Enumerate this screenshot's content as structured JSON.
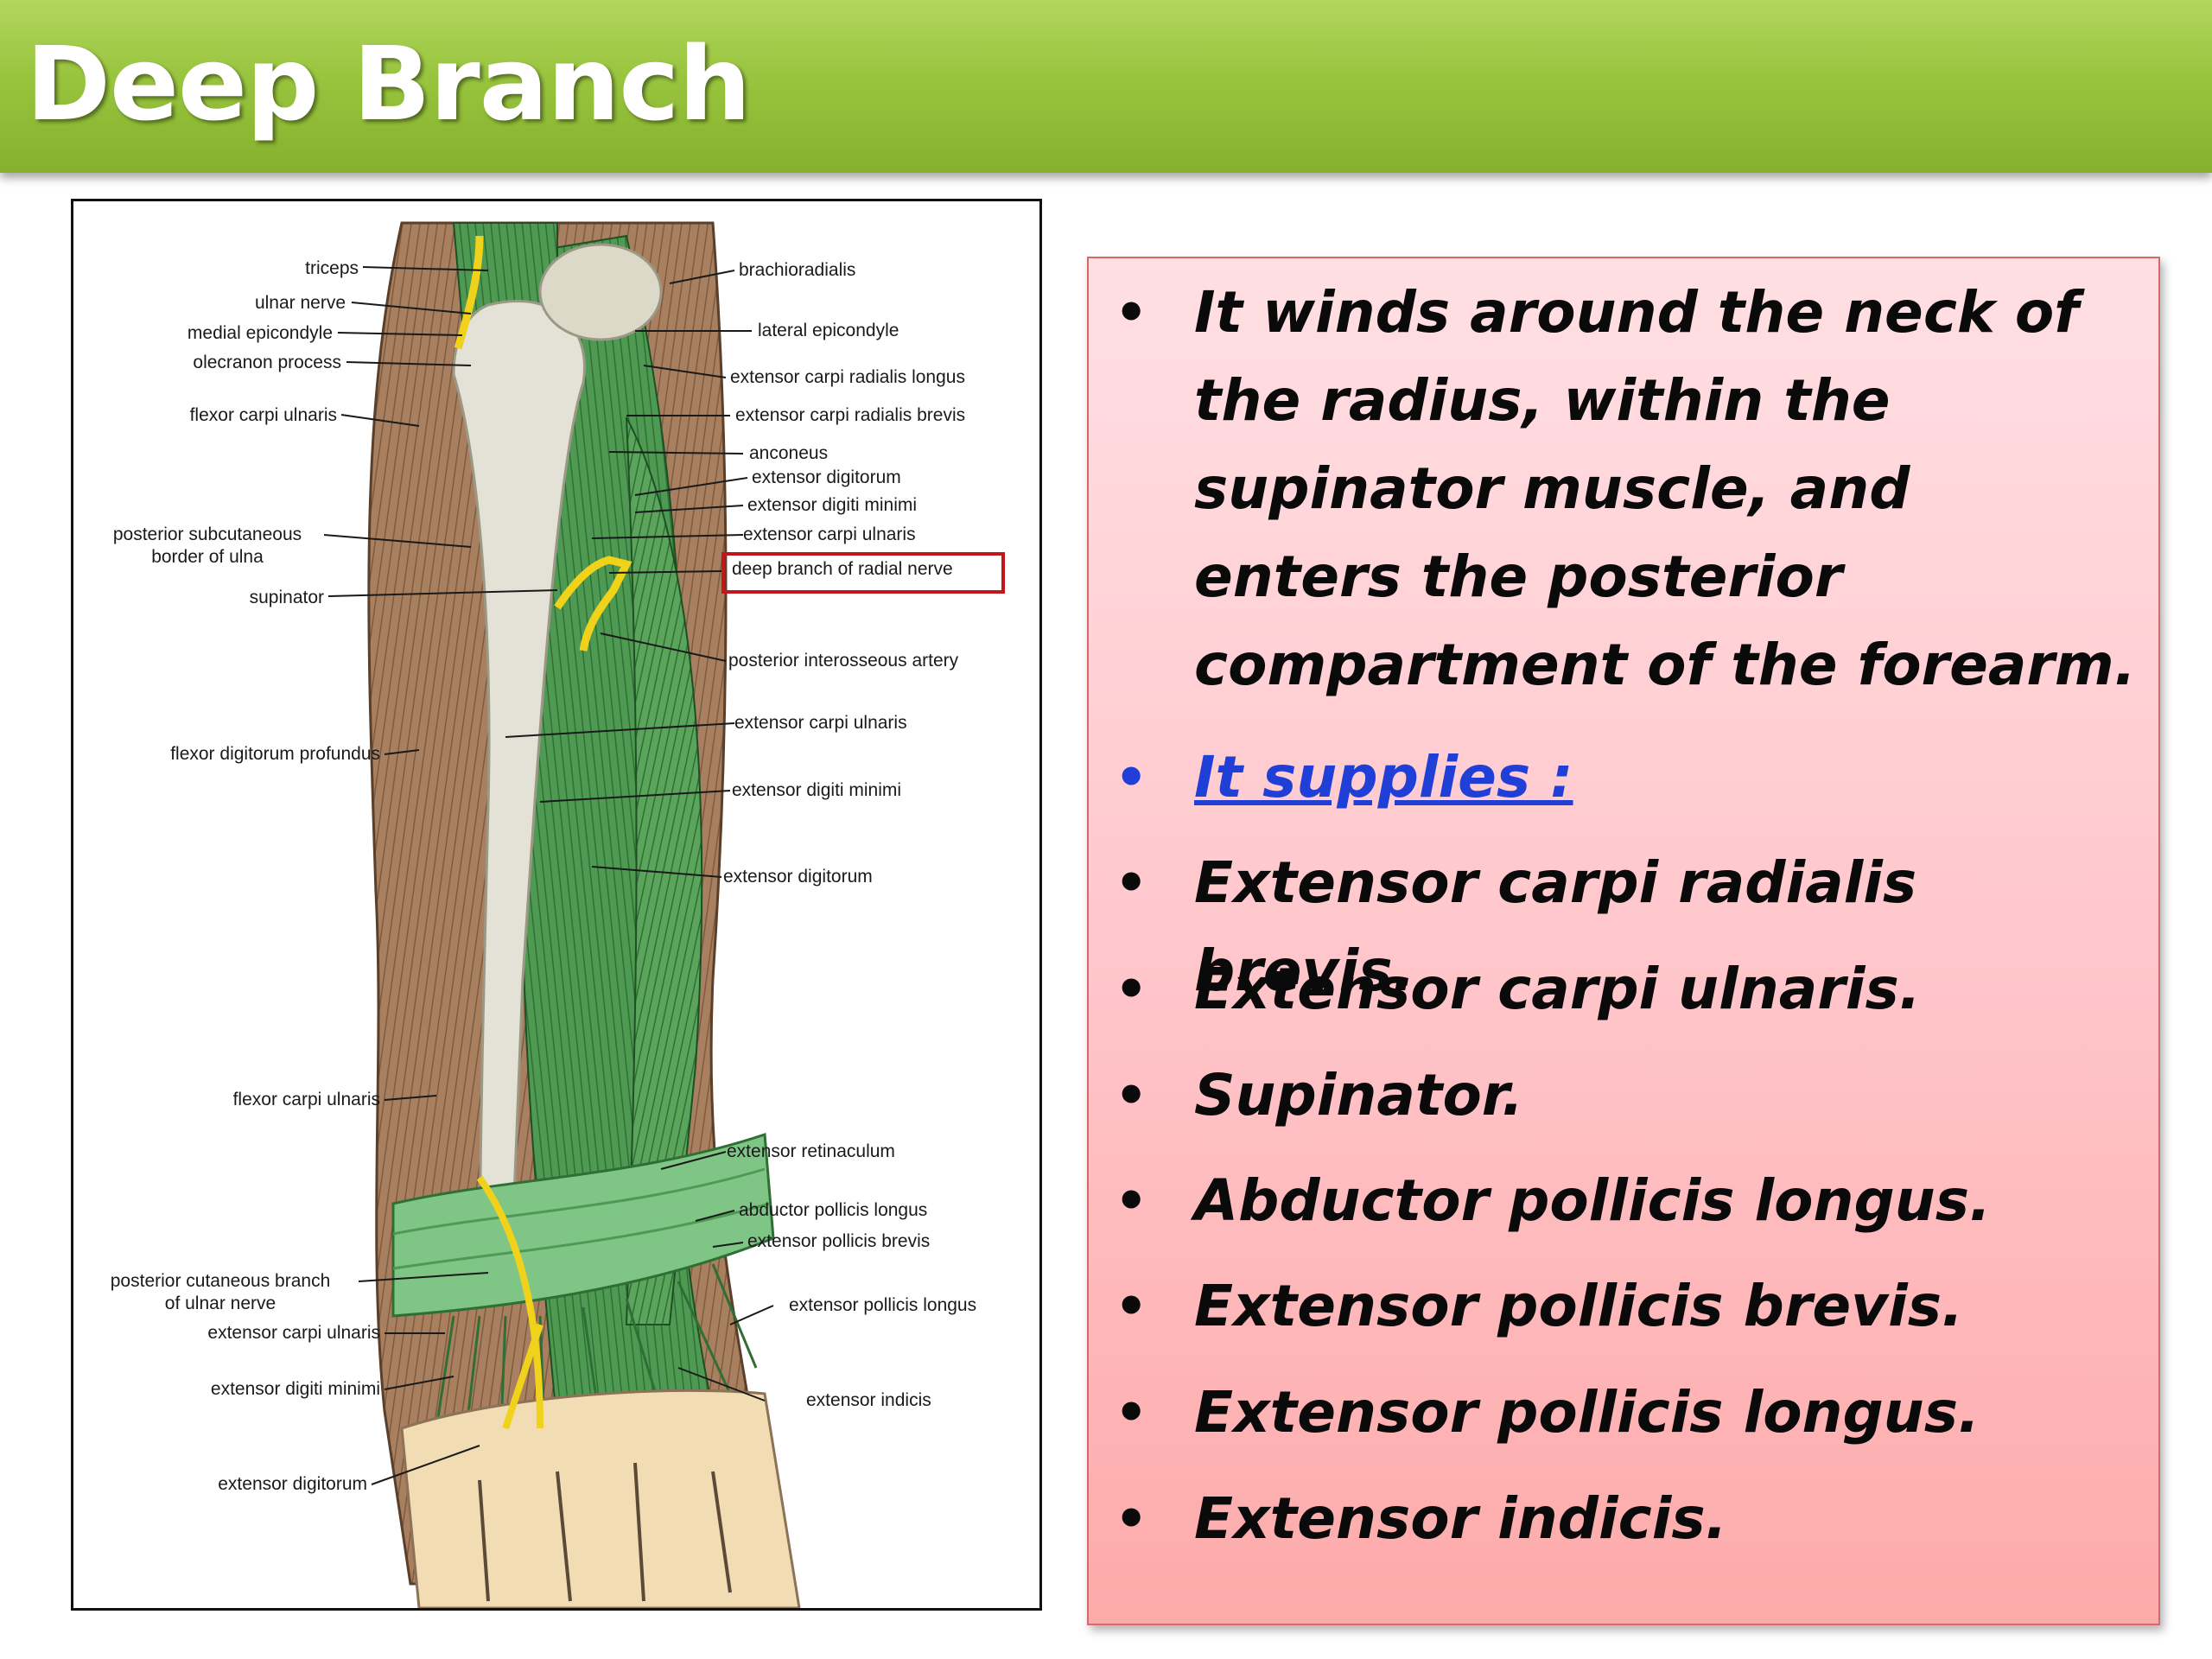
{
  "slide": {
    "title": "Deep Branch"
  },
  "figure": {
    "labels_left": {
      "triceps": "triceps",
      "ulnar_nerve": "ulnar nerve",
      "medial_epicondyle": "medial epicondyle",
      "olecranon_process": "olecranon process",
      "flexor_carpi_ulnaris_top": "flexor carpi ulnaris",
      "posterior_subcutaneous_1": "posterior subcutaneous",
      "posterior_subcutaneous_2": "border of ulna",
      "supinator": "supinator",
      "flexor_digitorum_profundus": "flexor digitorum profundus",
      "flexor_carpi_ulnaris_bottom": "flexor carpi ulnaris",
      "posterior_cutaneous_1": "posterior cutaneous branch",
      "posterior_cutaneous_2": "of ulnar nerve",
      "extensor_carpi_ulnaris": "extensor carpi ulnaris",
      "extensor_digiti_minimi": "extensor digiti minimi",
      "extensor_digitorum": "extensor digitorum"
    },
    "labels_right": {
      "brachioradialis": "brachioradialis",
      "lateral_epicondyle": "lateral epicondyle",
      "ecrl": "extensor carpi radialis longus",
      "ecrb": "extensor carpi radialis brevis",
      "anconeus": "anconeus",
      "extensor_digitorum_top": "extensor digitorum",
      "extensor_digiti_minimi_top": "extensor digiti minimi",
      "extensor_carpi_ulnaris_top": "extensor carpi ulnaris",
      "deep_branch": "deep branch of radial nerve",
      "posterior_interosseous_artery": "posterior interosseous artery",
      "extensor_carpi_ulnaris_mid": "extensor carpi ulnaris",
      "extensor_digiti_minimi_mid": "extensor digiti minimi",
      "extensor_digitorum_mid": "extensor digitorum",
      "extensor_retinaculum": "extensor retinaculum",
      "abductor_pollicis_longus": "abductor pollicis longus",
      "extensor_pollicis_brevis": "extensor pollicis brevis",
      "extensor_pollicis_longus": "extensor pollicis longus",
      "extensor_indicis": "extensor indicis"
    },
    "colors": {
      "muscle_brown": "#a8805f",
      "muscle_green": "#4f9a52",
      "bone": "#e4e2d6",
      "nerve_yellow": "#f0d21a",
      "skin": "#f2dcb3",
      "highlight_red": "#c0161c"
    }
  },
  "panel": {
    "bullets": [
      {
        "text": "It winds around the neck of the radius, within the supinator muscle, and enters the posterior  compartment of the  forearm."
      },
      {
        "text": "It supplies :",
        "style": "link"
      },
      {
        "text": "Extensor carpi radialis brevis."
      },
      {
        "text": "Extensor carpi ulnaris."
      },
      {
        "text": "Supinator."
      },
      {
        "text": "Abductor pollicis longus."
      },
      {
        "text": "Extensor pollicis brevis."
      },
      {
        "text": "Extensor pollicis longus."
      },
      {
        "text": "Extensor indicis."
      }
    ],
    "bullet_glyph": "•",
    "colors": {
      "text": "#0a0a0a",
      "link": "#1f3fd6"
    }
  }
}
